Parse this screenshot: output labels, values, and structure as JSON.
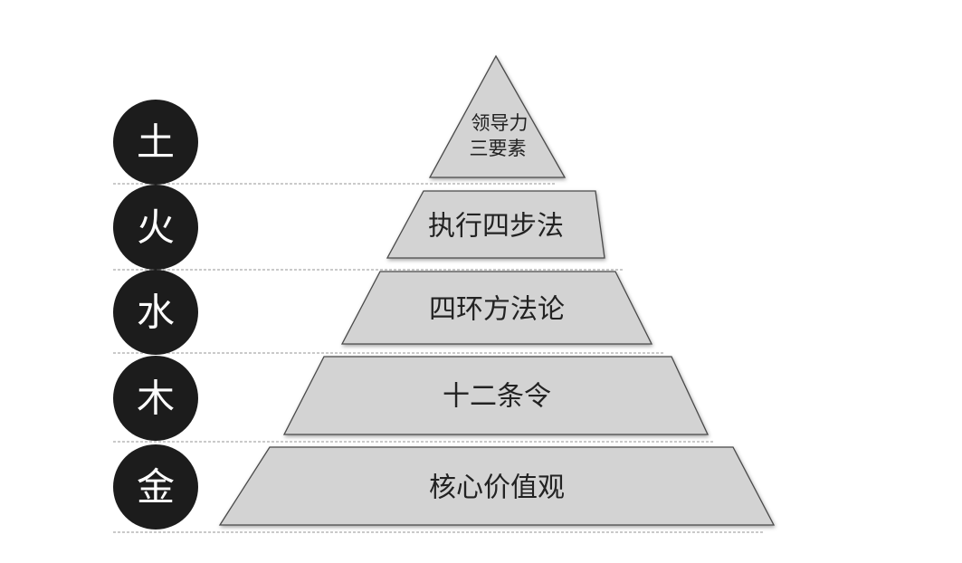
{
  "title": "领导力金字塔",
  "levels": [
    {
      "element": "土",
      "label_lines": [
        "领导力",
        "三要素"
      ]
    },
    {
      "element": "火",
      "label": "执行四步法"
    },
    {
      "element": "水",
      "label": "四环方法论"
    },
    {
      "element": "木",
      "label": "十二条令"
    },
    {
      "element": "金",
      "label": "核心价值观"
    }
  ],
  "colors": {
    "level_fill": "#d3d3d3",
    "circle_fill": "#1c1c1c",
    "outline": "#4a4a4a"
  }
}
